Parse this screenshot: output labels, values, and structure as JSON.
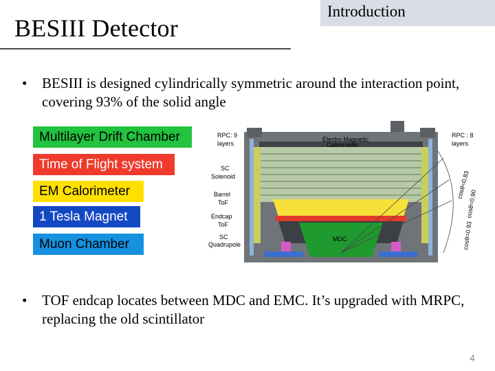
{
  "header": {
    "title": "BESIII Detector",
    "section_tag": "Introduction"
  },
  "bullets": [
    {
      "marker": "•",
      "text": "BESIII is designed cylindrically symmetric around the interaction point, covering 93% of the solid angle"
    },
    {
      "marker": "•",
      "text": "TOF endcap locates between MDC and EMC.  It’s upgraded with MRPC, replacing the old scintillator"
    }
  ],
  "legend": [
    {
      "label": "Multilayer Drift Chamber",
      "color": "#22c33f"
    },
    {
      "label": "Time of Flight system",
      "color": "#ef3a2c"
    },
    {
      "label": "EM Calorimeter",
      "color": "#ffe000"
    },
    {
      "label": "1 Tesla Magnet",
      "color": "#1447c2"
    },
    {
      "label": "Muon Chamber",
      "color": "#1591e0"
    }
  ],
  "figure": {
    "labels": {
      "rpc9": "RPC: 9",
      "rpc9b": "layers",
      "rpc8": "RPC : 8",
      "rpc8b": "layers",
      "emc_a": "Electro Magnetic",
      "emc_b": "Calorimeter",
      "sc_a": "SC",
      "sc_b": "Solenoid",
      "barrel_a": "Barrel",
      "barrel_b": "ToF",
      "endcap_a": "Endcap",
      "endcap_b": "ToF",
      "quad_a": "SC",
      "quad_b": "Quadrupole",
      "mdc": "MDC",
      "ang1": "cosθ=0.83",
      "ang2": "cosθ=0.90",
      "ang3": "cosθ=0.93"
    }
  },
  "page_number": "4"
}
